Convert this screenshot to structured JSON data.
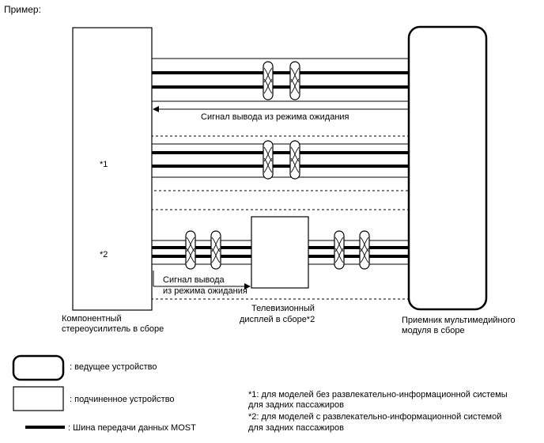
{
  "heading": "Пример:",
  "labels": {
    "amplifier": [
      "Компонентный",
      "стереоусилитель в сборе"
    ],
    "receiver": [
      "Приемник мультимедийного",
      "модуля в сборе"
    ],
    "tv_display": [
      "Телевизионный",
      "дисплей в сборе*2"
    ],
    "signal_top": "Сигнал вывода из режима ожидания",
    "signal_bottom": [
      "Сигнал вывода",
      "из режима ожидания"
    ],
    "mark1": "*1",
    "mark2": "*2"
  },
  "legend": {
    "master": ": ведущее устройство",
    "slave": ": подчиненное устройство",
    "bus": ": Шина передачи данных MOST"
  },
  "notes": {
    "note1": [
      "*1: для моделей без развлекательно-информационной системы",
      "для задних пассажиров"
    ],
    "note2": [
      "*2: для моделей с развлекательно-информационной системой",
      "для задних пассажиров"
    ]
  },
  "colors": {
    "line": "#000000",
    "background": "#ffffff"
  }
}
